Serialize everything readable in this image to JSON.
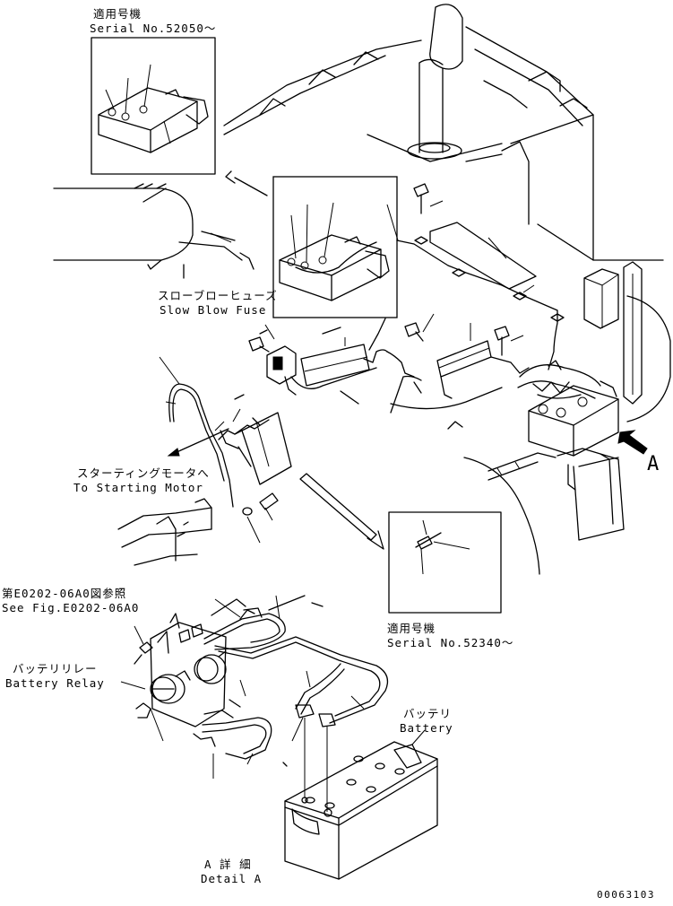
{
  "labels": {
    "serial_top_jp": "適用号機",
    "serial_top_en": "Serial No.52050～",
    "slow_blow_jp": "スローブローヒューズ",
    "slow_blow_en": "Slow Blow Fuse",
    "starting_motor_jp": "スターティングモータへ",
    "starting_motor_en": "To Starting Motor",
    "see_fig_jp": "第E0202-06A0図参照",
    "see_fig_en": "See Fig.E0202-06A0",
    "battery_relay_jp": "バッテリリレー",
    "battery_relay_en": "Battery Relay",
    "serial_mid_jp": "適用号機",
    "serial_mid_en": "Serial No.52340～",
    "battery_jp": "バッテリ",
    "battery_en": "Battery",
    "view_letter": "A",
    "detail_jp": "A 詳 細",
    "detail_en": "Detail A",
    "drawing_number": "00063103"
  }
}
